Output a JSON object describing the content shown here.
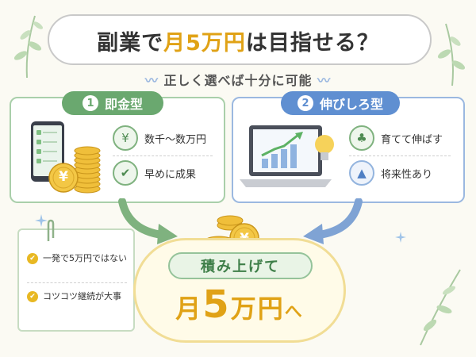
{
  "header": {
    "title_part1": "副業で",
    "title_part2": "月5万円",
    "title_part3": "は目指せる？",
    "subtitle": "正しく選べば十分に可能"
  },
  "left_panel": {
    "number": "1",
    "label": "即金型",
    "features": [
      {
        "icon": "money-bag-icon",
        "text": "数千〜数万円"
      },
      {
        "icon": "check-icon",
        "text": "早めに成果"
      }
    ],
    "color": "#6aa86f"
  },
  "right_panel": {
    "number": "2",
    "label": "伸びしろ型",
    "features": [
      {
        "icon": "sprout-icon",
        "text": "育てて伸ばす"
      },
      {
        "icon": "growth-chart-icon",
        "text": "将来性あり"
      }
    ],
    "color": "#5f8fd1"
  },
  "note": {
    "items": [
      "一発で5万円ではない",
      "コツコツ継続が大事"
    ]
  },
  "goal": {
    "ribbon": "積み上げて",
    "text_prefix": "月",
    "text_number": "5",
    "text_suffix": "万円",
    "text_tail": "へ"
  },
  "coin_symbol": "¥",
  "colors": {
    "accent": "#e0a216",
    "green": "#6aa86f",
    "blue": "#5f8fd1"
  }
}
